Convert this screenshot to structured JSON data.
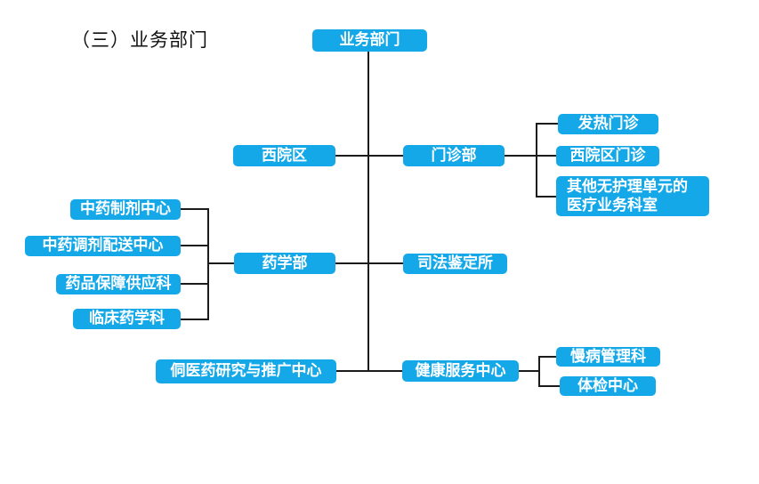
{
  "page": {
    "heading": "（三）业务部门"
  },
  "colors": {
    "node_fill": "#14a8e8",
    "node_text": "#ffffff",
    "connector": "#1b1b1b",
    "background": "#ffffff"
  },
  "org": {
    "root": {
      "label": "业务部门"
    },
    "row1": {
      "left": {
        "label": "西院区"
      },
      "hub": {
        "label": "门诊部"
      },
      "children": [
        {
          "label": "发热门诊"
        },
        {
          "label": "西院区门诊"
        },
        {
          "label": "其他无护理单元的\n医疗业务科室"
        }
      ]
    },
    "row2": {
      "left_children": [
        {
          "label": "中药制剂中心"
        },
        {
          "label": "中药调剂配送中心"
        },
        {
          "label": "药品保障供应科"
        },
        {
          "label": "临床药学科"
        }
      ],
      "hub": {
        "label": "药学部"
      },
      "right": {
        "label": "司法鉴定所"
      }
    },
    "row3": {
      "left": {
        "label": "侗医药研究与推广中心"
      },
      "hub": {
        "label": "健康服务中心"
      },
      "children": [
        {
          "label": "慢病管理科"
        },
        {
          "label": "体检中心"
        }
      ]
    }
  }
}
